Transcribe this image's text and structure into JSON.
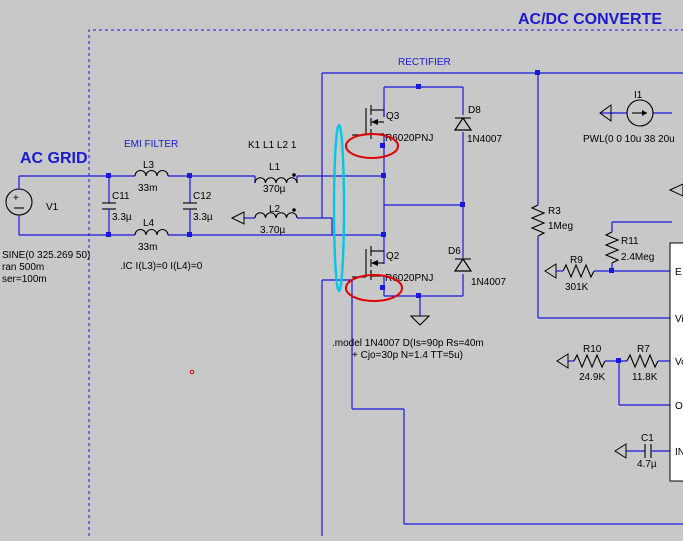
{
  "title": "AC/DC CONVERTE",
  "sections": {
    "ac_grid": "AC GRID",
    "emi_filter": "EMI FILTER",
    "rectifier": "RECTIFIER"
  },
  "components": {
    "V1": {
      "ref": "V1",
      "spec1": "SINE(0 325.269 50)",
      "spec2": "ran 500m",
      "spec3": "ser=100m"
    },
    "L3": {
      "ref": "L3",
      "value": "33m"
    },
    "L4": {
      "ref": "L4",
      "value": "33m"
    },
    "C11": {
      "ref": "C11",
      "value": "3.3µ"
    },
    "C12": {
      "ref": "C12",
      "value": "3.3µ"
    },
    "ic": ".IC I(L3)=0 I(L4)=0",
    "K1": "K1 L1 L2 1",
    "L1": {
      "ref": "L1",
      "value": "370µ"
    },
    "L2": {
      "ref": "L2",
      "value": "3.70µ"
    },
    "Q3": {
      "ref": "Q3",
      "model": "R6020PNJ"
    },
    "Q2": {
      "ref": "Q2",
      "model": "R6020PNJ"
    },
    "D8": {
      "ref": "D8",
      "model": "1N4007"
    },
    "D6": {
      "ref": "D6",
      "model": "1N4007"
    },
    "model1": ".model 1N4007 D(Is=90p Rs=40m",
    "model2": "+ Cjo=30p N=1.4 TT=5u)",
    "I1": {
      "ref": "I1",
      "value": "PWL(0 0 10u 38 20u"
    },
    "R3": {
      "ref": "R3",
      "value": "1Meg"
    },
    "R11": {
      "ref": "R11",
      "value": "2.4Meg"
    },
    "R9": {
      "ref": "R9",
      "value": "301K"
    },
    "R10": {
      "ref": "R10",
      "value": "24.9K"
    },
    "R7": {
      "ref": "R7",
      "value": "11.8K"
    },
    "C1": {
      "ref": "C1",
      "value": "4.7µ"
    }
  },
  "ic_pins": [
    "E",
    "Vi",
    "Vo",
    "O",
    "IN"
  ],
  "colors": {
    "background": "#c8c8c8",
    "wire": "#1818e0",
    "title": "#1a1ad0",
    "highlight_red": "#e00000",
    "highlight_cyan": "#00c8e8"
  }
}
